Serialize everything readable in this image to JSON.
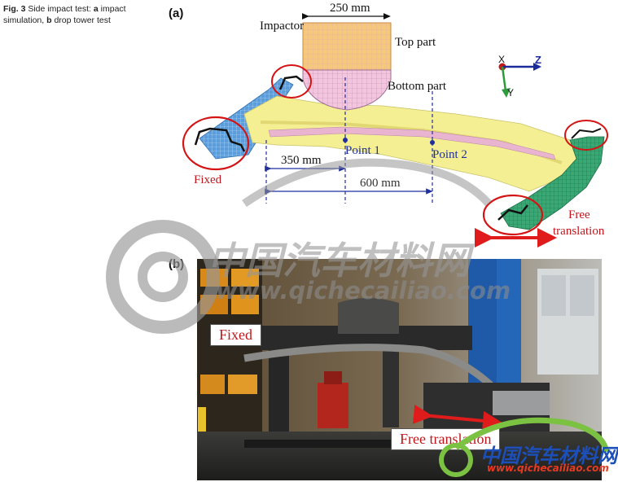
{
  "caption": {
    "fig_label": "Fig. 3",
    "text_1": "Side impact test: ",
    "a_label": "a",
    "text_2": " impact simulation, ",
    "b_label": "b",
    "text_3": " drop tower test"
  },
  "panel_a": {
    "label": "(a)",
    "dimension_top": "250 mm",
    "impactor": "Impactor",
    "top_part": "Top part",
    "bottom_part": "Bottom part",
    "point_1": "Point 1",
    "point_2": "Point 2",
    "dimension_350": "350 mm",
    "dimension_600": "600 mm",
    "fixed": "Fixed",
    "free_translation_1": "Free",
    "free_translation_2": "translation",
    "axis_x": "X",
    "axis_y": "Y",
    "axis_z": "Z"
  },
  "panel_b": {
    "label": "(b)",
    "fixed": "Fixed",
    "free_translation": "Free translation"
  },
  "watermark": {
    "cn": "中国汽车材料网",
    "url": "www.qichecailiao.com"
  },
  "colors": {
    "annotation_red": "#c0161b",
    "annotation_blue": "#1f2f9e",
    "beam_yellow": "#f2ec8c",
    "beam_blue": "#4f93d6",
    "beam_green": "#2f9b6a",
    "impactor_top": "#f4c97a",
    "impactor_bottom": "#f0b8d6"
  }
}
